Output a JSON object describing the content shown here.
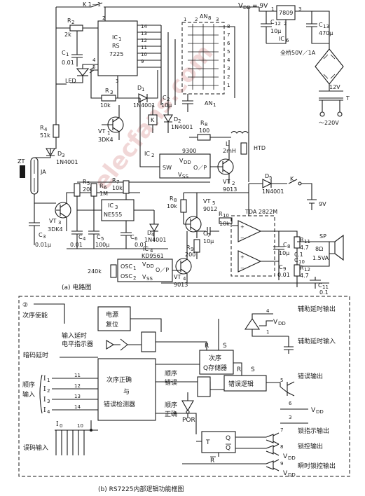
{
  "watermark": "elecfans.com",
  "captions": {
    "a": "(a) 电路图",
    "b": "(b) RS7225内部逻辑功能框图"
  },
  "top": {
    "k1": "K 1－1",
    "vdd": "V",
    "vdd_sub": "DD",
    "vdd_val": "= 9V",
    "reg": "7809",
    "reg_pin1": "1",
    "reg_pin2": "2",
    "reg_pin3": "3",
    "c12": "C",
    "c12_sub": "12",
    "c12_val": "10μ",
    "c13": "C",
    "c13_sub": "13",
    "c13_val": "470μ",
    "ic6": "IC",
    "ic6_sub": "6",
    "bridge": "全桥50V／1A",
    "v12": "12V",
    "mains": "～220V",
    "t": "T"
  },
  "ic1": {
    "name": "IC",
    "sub": "1",
    "part1": "RS",
    "part2": "7225",
    "pins_right": [
      "14",
      "13",
      "12",
      "11",
      "10",
      "9"
    ],
    "pins_left": [
      "4",
      "5"
    ],
    "pin2": "2",
    "pin3": "3"
  },
  "left_parts": {
    "r2": "R",
    "r2_sub": "2",
    "r2_val": "2k",
    "c1": "C",
    "c1_sub": "1",
    "c1_val": "0.01",
    "led": "LED",
    "r3": "R",
    "r3_sub": "3",
    "r3_val": "10k",
    "d1": "D",
    "d1_sub": "1",
    "d1_val": "1N4001",
    "vt1": "VT",
    "vt1_sub": "1",
    "vt1_val": "3DK4",
    "r4": "R",
    "r4_sub": "4",
    "r4_val": "51k",
    "d3": "D",
    "d3_sub": "3",
    "d3_val": "1N4001",
    "zt": "ZT",
    "ja": "JA",
    "vt3": "VT",
    "vt3_sub": "3",
    "vt3_val": "3DK4",
    "c3": "C",
    "c3_sub": "3",
    "c3_val": "0.01μ"
  },
  "keypad": {
    "an8": "AN",
    "an8_sub": "8",
    "an1": "AN",
    "an1_sub": "1",
    "rows": [
      "8",
      "7",
      "6",
      "5",
      "4",
      "3",
      "2",
      "1"
    ],
    "cols": [
      "1",
      "2",
      "3"
    ]
  },
  "mid_parts": {
    "c2": "C",
    "c2_sub": "2",
    "c2_val": "10μ",
    "k": "K",
    "d2": "D",
    "d2_sub": "2",
    "d2_val": "1N4001",
    "r8": "R",
    "r8_sub": "8",
    "r8_val": "100",
    "l": "L",
    "l_val": "2mH",
    "htd": "HTD",
    "ic2": "IC",
    "ic2_sub": "2",
    "ic2_part": "9300",
    "ic2_sw": "SW",
    "ic2_vdd": "V",
    "ic2_vdd_sub": "DD",
    "ic2_op": "O／P",
    "ic2_vss": "V",
    "ic2_vss_sub": "SS",
    "vt2": "VT",
    "vt2_sub": "2",
    "vt2_val": "9013",
    "d5": "D",
    "d5_sub": "5",
    "d5_val": "1N4001",
    "k2": "K",
    "batt": "9V"
  },
  "ic3_area": {
    "r5": "R",
    "r5_sub": "5",
    "r5_val": "20k",
    "r6": "R",
    "r6_sub": "6",
    "r6_val": "1M",
    "r7": "R",
    "r7_sub": "7",
    "r7_val": "10k",
    "ic3": "IC",
    "ic3_sub": "3",
    "ic3_part": "NE555",
    "c4": "C",
    "c4_sub": "4",
    "c4_val": "0.01",
    "c5": "C",
    "c5_sub": "5",
    "c5_val": "100μ",
    "c6": "C",
    "c6_sub": "6",
    "c6_val": "0.01",
    "d4": "D",
    "d4_sub": "4",
    "d4_val": "1N4001",
    "ic4": "IC",
    "ic4_sub": "4",
    "ic4_part": "KD9561",
    "osc1": "OSC",
    "osc1_sub": "1",
    "osc2": "OSC",
    "osc2_sub": "2",
    "vdd": "V",
    "vdd_sub": "DD",
    "op": "O／P",
    "vss": "V",
    "vss_sub": "SS",
    "r240": "240k",
    "vt4": "VT",
    "vt4_sub": "4",
    "vt4_val": "9013"
  },
  "amp_area": {
    "r8b": "R",
    "r8b_sub": "8",
    "r8b_val": "10k",
    "vt5": "VT",
    "vt5_sub": "5",
    "vt5_val": "9012",
    "r10": "R",
    "r10_sub": "10",
    "r10_val": "10k",
    "c7": "C",
    "c7_sub": "7",
    "c7_val": "10μ",
    "r9": "R",
    "r9_sub": "9",
    "r9_val": "200",
    "tda": "TDA 2822M",
    "c8": "C",
    "c8_sub": "8",
    "c8_val": "10μ",
    "c9": "C",
    "c9_sub": "9",
    "c9_val": "0.01",
    "r11": "R",
    "r11_sub": "11",
    "r11_val": "4.7",
    "r12": "R",
    "r12_sub": "12",
    "r12_val": "4.7",
    "c10": "C",
    "c10_sub": "10",
    "c10_val": "0.1",
    "c11": "C",
    "c11_sub": "11",
    "c11_val": "0.1",
    "sp": "SP",
    "sp_val1": "8Ω",
    "sp_val2": "1.5VA"
  },
  "block": {
    "pin2": "②",
    "seq_enable": "次序使能",
    "power_reset_1": "电源",
    "power_reset_2": "复位",
    "input_delay_1": "输入延时",
    "input_delay_2": "电平指示器",
    "dark_delay": "暗码延时",
    "seq_input_1": "顺序",
    "seq_input_2": "输入",
    "i1": "I",
    "i1_sub": "1",
    "i2": "I",
    "i2_sub": "2",
    "i3": "I",
    "i3_sub": "3",
    "i4": "I",
    "i4_sub": "4",
    "i0": "I",
    "i0_sub": "0",
    "pin11": "11",
    "pin12": "12",
    "pin13": "13",
    "pin14": "14",
    "pin10": "10",
    "main_1": "次序正确",
    "main_2": "与",
    "main_3": "错误检测器",
    "seq_err_1": "顺序",
    "seq_err_2": "错误",
    "seq_ok_1": "顺序",
    "seq_ok_2": "正确",
    "reg_1": "次序",
    "reg_2": "Q存储器",
    "r_lbl": "R",
    "s_lbl": "S",
    "por": "POR",
    "err_logic": "错误逻辑",
    "misc_input": "误码输入",
    "aux_out": "辅助延时输出",
    "aux_in": "辅助延时输入",
    "err_out": "错误输出",
    "vdd": "V",
    "vdd_sub": "DD",
    "pin4": "4",
    "pin1": "1",
    "pin5": "5",
    "pin6": "6",
    "pin3": "3",
    "pin7": "7",
    "pin8": "8",
    "pin9": "9",
    "t_lbl": "T",
    "q_lbl": "Q",
    "qbar_lbl": "Q",
    "rbar_lbl": "R",
    "lock_ind_out": "锁指示输出",
    "lock_ctrl_out": "锁控输出",
    "inst_lock_out": "瞬时锁控输出"
  }
}
